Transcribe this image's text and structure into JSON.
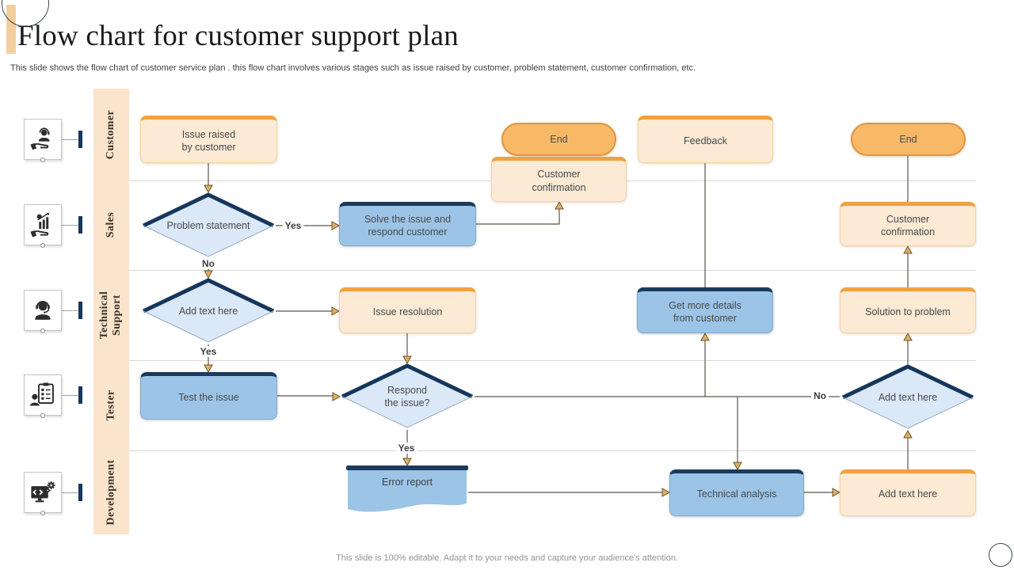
{
  "slide": {
    "title": "Flow chart for customer support plan",
    "subtitle": "This slide shows the flow chart of customer service plan . this flow chart involves various stages such as issue raised by customer, problem statement,  customer confirmation, etc.",
    "footer": "This slide is 100% editable.  Adapt it to your needs and capture your audience's attention."
  },
  "lanes": [
    {
      "label": "Customer",
      "icon": "customer-service-icon"
    },
    {
      "label": "Sales",
      "icon": "sales-growth-icon"
    },
    {
      "label": "Technical\nSupport",
      "icon": "support-agent-icon"
    },
    {
      "label": "Tester",
      "icon": "tester-checklist-icon"
    },
    {
      "label": "Development",
      "icon": "development-code-icon"
    }
  ],
  "nodes": {
    "issue_raised": "Issue raised\nby customer",
    "end_1": "End",
    "customer_confirmation_1": "Customer\nconfirmation",
    "feedback": "Feedback",
    "end_2": "End",
    "problem_statement": "Problem statement",
    "solve_issue": "Solve the issue and\nrespond customer",
    "customer_confirmation_2": "Customer\nconfirmation",
    "add_text_1": "Add text here",
    "issue_resolution": "Issue resolution",
    "get_more_details": "Get more details\nfrom customer",
    "solution_to_problem": "Solution to problem",
    "test_issue": "Test the issue",
    "respond_issue": "Respond\nthe issue?",
    "add_text_2": "Add text here",
    "error_report": "Error report",
    "technical_analysis": "Technical analysis",
    "add_text_3": "Add text here"
  },
  "edge_labels": {
    "yes_1": "Yes",
    "no_1": "No",
    "yes_2": "Yes",
    "yes_3": "Yes",
    "no_2": "No"
  },
  "colors": {
    "accent_orange": "#F0A23F",
    "pill_fill": "#F8B966",
    "pill_border": "#E2953D",
    "peach_fill": "#FCEAD4",
    "lane_band": "#FAE4CB",
    "blue_fill": "#9CC4E6",
    "navy": "#1A3A5F",
    "diamond_fill": "#DBE8F7",
    "divider_gray": "#D8D8D8"
  }
}
